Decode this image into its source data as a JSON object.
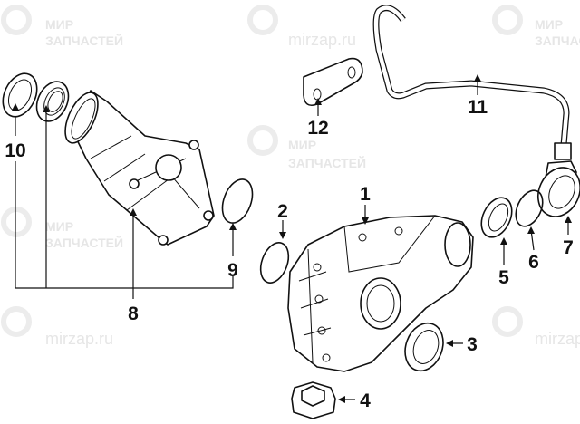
{
  "watermark": {
    "line1": "МИР",
    "line2": "ЗАПЧАСТЕЙ",
    "url": "mirzap.ru"
  },
  "callouts": {
    "c1": "1",
    "c2": "2",
    "c3": "3",
    "c4": "4",
    "c5": "5",
    "c6": "6",
    "c7": "7",
    "c8": "8",
    "c9": "9",
    "c10": "10",
    "c11": "11",
    "c12": "12"
  }
}
